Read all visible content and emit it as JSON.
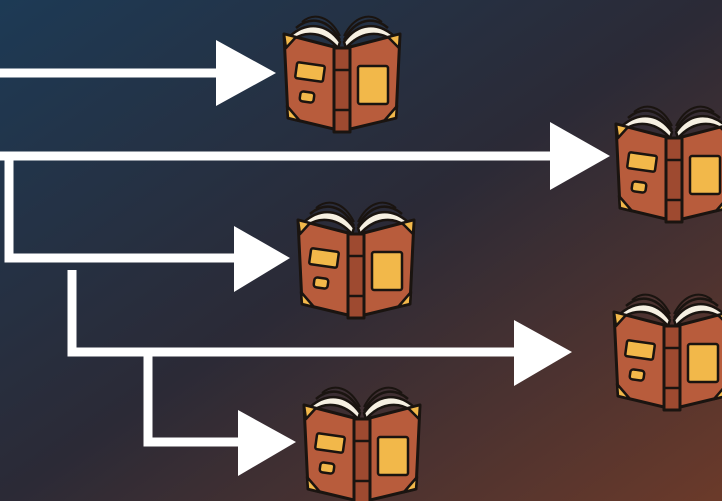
{
  "colors": {
    "background_top_left": "#1d3a55",
    "background_mid": "#2b2a36",
    "background_bottom_right": "#6b3a2a",
    "arrow": "#ffffff",
    "book_cover": "#b85c3c",
    "book_cover_dark": "#8a3f27",
    "book_spine": "#9e4a30",
    "book_plate": "#f2b84a",
    "book_pages": "#f6f0e2",
    "book_outline": "#1a1410"
  },
  "diagram": {
    "type": "branching-arrows",
    "icon": "open-book-icon",
    "branches": [
      {
        "name": "branch-1",
        "target": "book-1"
      },
      {
        "name": "branch-2",
        "target": "book-2"
      },
      {
        "name": "branch-3",
        "target": "book-3"
      },
      {
        "name": "branch-4",
        "target": "book-4"
      },
      {
        "name": "branch-5",
        "target": "book-5"
      }
    ]
  }
}
